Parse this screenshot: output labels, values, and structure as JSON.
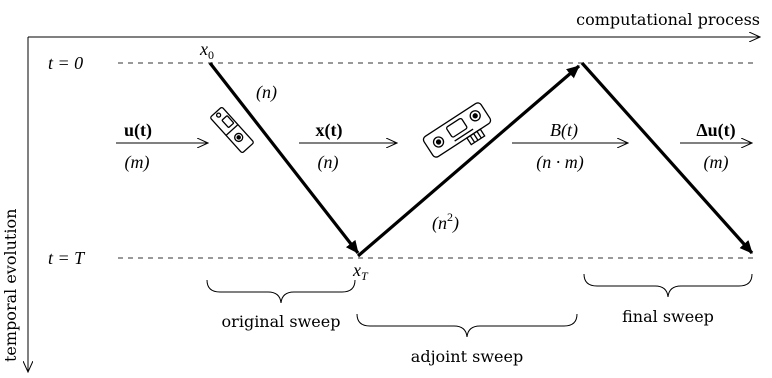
{
  "axes": {
    "horizontal_label": "computational process",
    "vertical_label": "temporal evolution",
    "t0_label": "t = 0",
    "tT_label": "t = T"
  },
  "points": {
    "start": "x",
    "start_sub": "0",
    "end": "x",
    "end_sub": "T"
  },
  "complexities": {
    "original": "(n)",
    "adjoint": "(n",
    "adjoint_sup": "2",
    "adjoint_close": ")"
  },
  "flow": {
    "input_name": "u(t)",
    "input_size": "(m)",
    "state_name": "x(t)",
    "state_size": "(n)",
    "sens_name": "B(t)",
    "sens_size": "(n · m)",
    "output_name": "Δu(t)",
    "output_size": "(m)"
  },
  "sweeps": {
    "original": "original sweep",
    "adjoint": "adjoint sweep",
    "final": "final sweep"
  },
  "colors": {
    "ink": "#000000",
    "dashes": "#333333"
  }
}
